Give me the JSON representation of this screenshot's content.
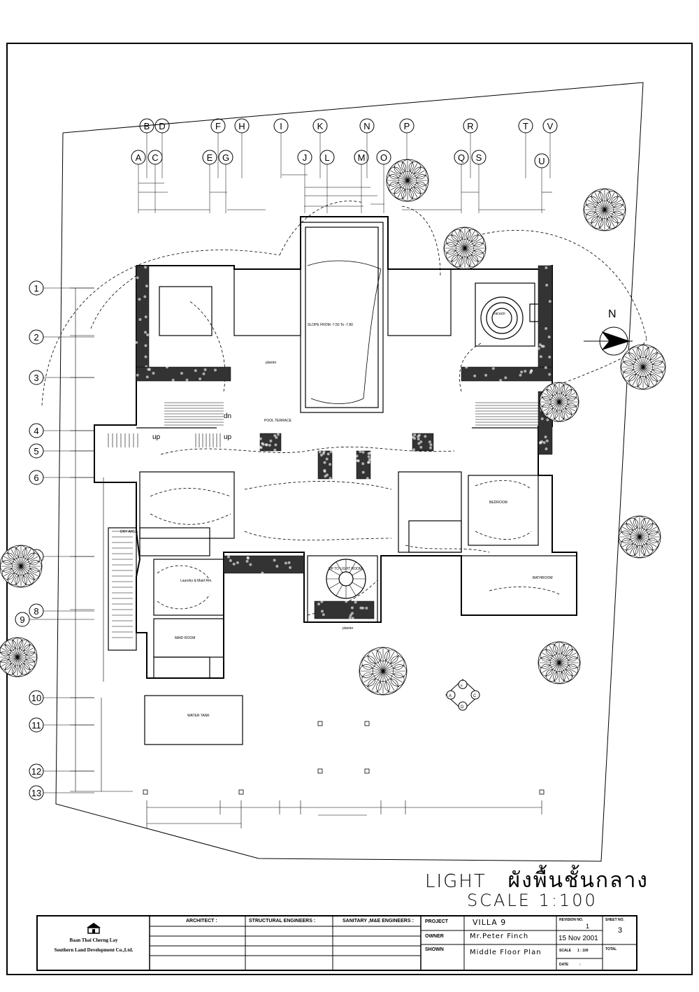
{
  "drawing": {
    "grid_columns_top": [
      "B",
      "D",
      "F",
      "H",
      "I",
      "K",
      "N",
      "P",
      "R",
      "T",
      "V"
    ],
    "grid_columns_bottom": [
      "A",
      "C",
      "E",
      "G",
      "J",
      "L",
      "M",
      "O",
      "Q",
      "S",
      "U"
    ],
    "grid_rows": [
      "1",
      "2",
      "3",
      "4",
      "5",
      "6",
      "7",
      "8",
      "9",
      "10",
      "11",
      "12",
      "13"
    ],
    "north_label": "N",
    "view_markers": [
      "A",
      "B",
      "C",
      "D"
    ],
    "room_labels": {
      "pool": "SLOPE FROM -7.50 To -7.80",
      "jacuzzi": "Jacuzzi",
      "master_bedroom": "BEDROOM",
      "bathroom": "BATHROOM",
      "laundry": "Laundry & Maid Rm.",
      "maid_room": "MAID ROOM",
      "dry_area": "DRY AREA",
      "staircase": "UP TO LIGHT ROOM",
      "up_label": "up",
      "dn_label": "dn",
      "planter": "planter",
      "pool_terrace": "POOL TERRACE",
      "water_tank": "WATER TANK"
    }
  },
  "title": {
    "light": "LIGHT",
    "thai_title": "ผังพื้นชั้นกลาง",
    "scale": "SCALE 1:100"
  },
  "title_block": {
    "company_line1": "Baan Thai Cherng Lay",
    "company_line2": "Southern Land Development Co.,Ltd.",
    "architect": "ARCHITECT :",
    "structural": "STRUCTURAL ENGINEERS :",
    "sanitary": "SANITARY ,M&E ENGINEERS :",
    "project_label": "PROJECT",
    "project_value": "VILLA 9",
    "owner_label": "OWNER",
    "owner_value": "Mr.Peter  Finch",
    "shown_label": "SHOWN",
    "shown_value": "Middle Floor Plan",
    "revision_label": "REVISION NO.",
    "revision_value": "1",
    "date_value": "15 Nov 2001",
    "scale_label": "SCALE",
    "scale_value": "1 : 100",
    "date_label": "DATE",
    "date_colon": ":",
    "sheet_label": "SHEET NO.",
    "sheet_value": "3",
    "total_label": "TOTAL"
  }
}
